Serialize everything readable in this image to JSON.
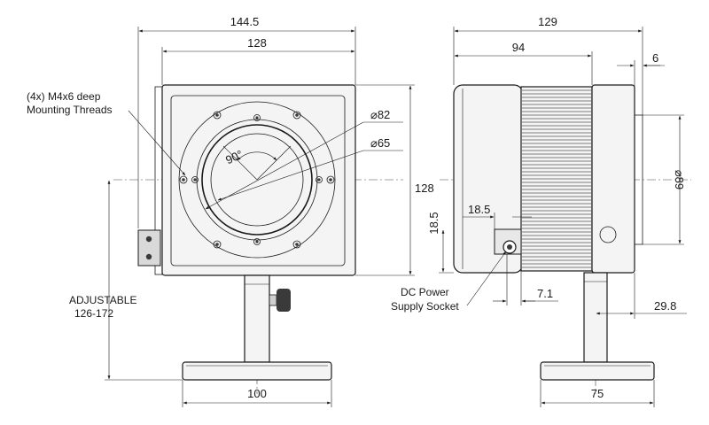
{
  "front_view": {
    "dims": {
      "overall_width": "144.5",
      "body_width": "128",
      "body_height": "128",
      "aperture_82": "⌀82",
      "aperture_65": "⌀65",
      "angle": "90°",
      "base_width": "100"
    },
    "notes": {
      "threads_line1": "(4x) M4x6 deep",
      "threads_line2": "Mounting Threads",
      "adjustable_line1": "ADJUSTABLE",
      "adjustable_line2": "126-172"
    }
  },
  "side_view": {
    "dims": {
      "overall_length": "129",
      "body_length": "94",
      "rear_flange": "6",
      "rear_diameter": "⌀89",
      "socket_offset_x": "18.5",
      "socket_offset_y": "18.5",
      "socket_depth": "7.1",
      "post_offset": "29.8",
      "base_width": "75"
    },
    "notes": {
      "socket_line1": "DC Power",
      "socket_line2": "Supply Socket"
    }
  }
}
